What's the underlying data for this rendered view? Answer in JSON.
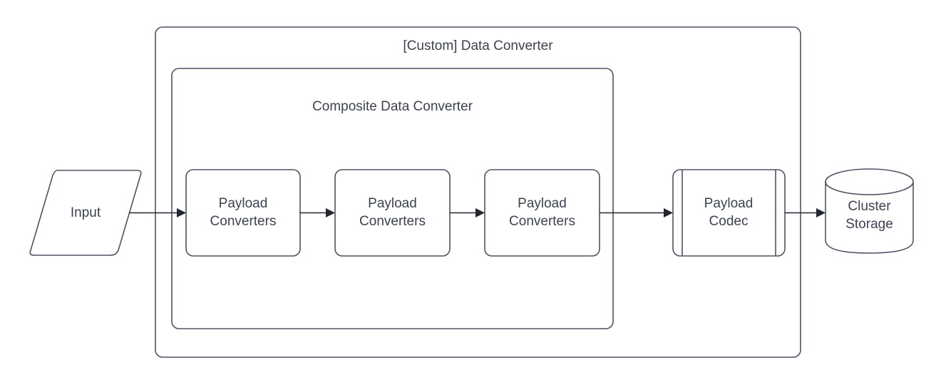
{
  "diagram": {
    "title": "[Custom] Data Converter",
    "background_color": "#ffffff",
    "stroke_color": "#4d5361",
    "text_color": "#3b4250",
    "connector_color": "#23272f"
  },
  "containers": {
    "outer": {
      "label": "[Custom] Data Converter",
      "name": "custom-data-converter-container"
    },
    "inner": {
      "label": "Composite Data Converter",
      "name": "composite-data-converter-container"
    }
  },
  "nodes": {
    "input": {
      "label": "Input",
      "shape": "parallelogram"
    },
    "payload_converters": [
      {
        "label": "Payload\nConverters",
        "shape": "rounded-rect"
      },
      {
        "label": "Payload\nConverters",
        "shape": "rounded-rect"
      },
      {
        "label": "Payload\nConverters",
        "shape": "rounded-rect"
      }
    ],
    "payload_codec": {
      "label": "Payload\nCodec",
      "shape": "subprocess"
    },
    "cluster_storage": {
      "label": "Cluster\nStorage",
      "shape": "cylinder"
    }
  },
  "connectors": [
    {
      "from": "input",
      "to": "payload-converters-1",
      "style": "solid-arrow"
    },
    {
      "from": "payload-converters-1",
      "to": "payload-converters-2",
      "style": "solid-arrow"
    },
    {
      "from": "payload-converters-2",
      "to": "payload-converters-3",
      "style": "solid-arrow"
    },
    {
      "from": "payload-converters-3",
      "to": "payload-codec",
      "style": "solid-arrow"
    },
    {
      "from": "payload-codec",
      "to": "cluster-storage",
      "style": "solid-arrow"
    }
  ]
}
